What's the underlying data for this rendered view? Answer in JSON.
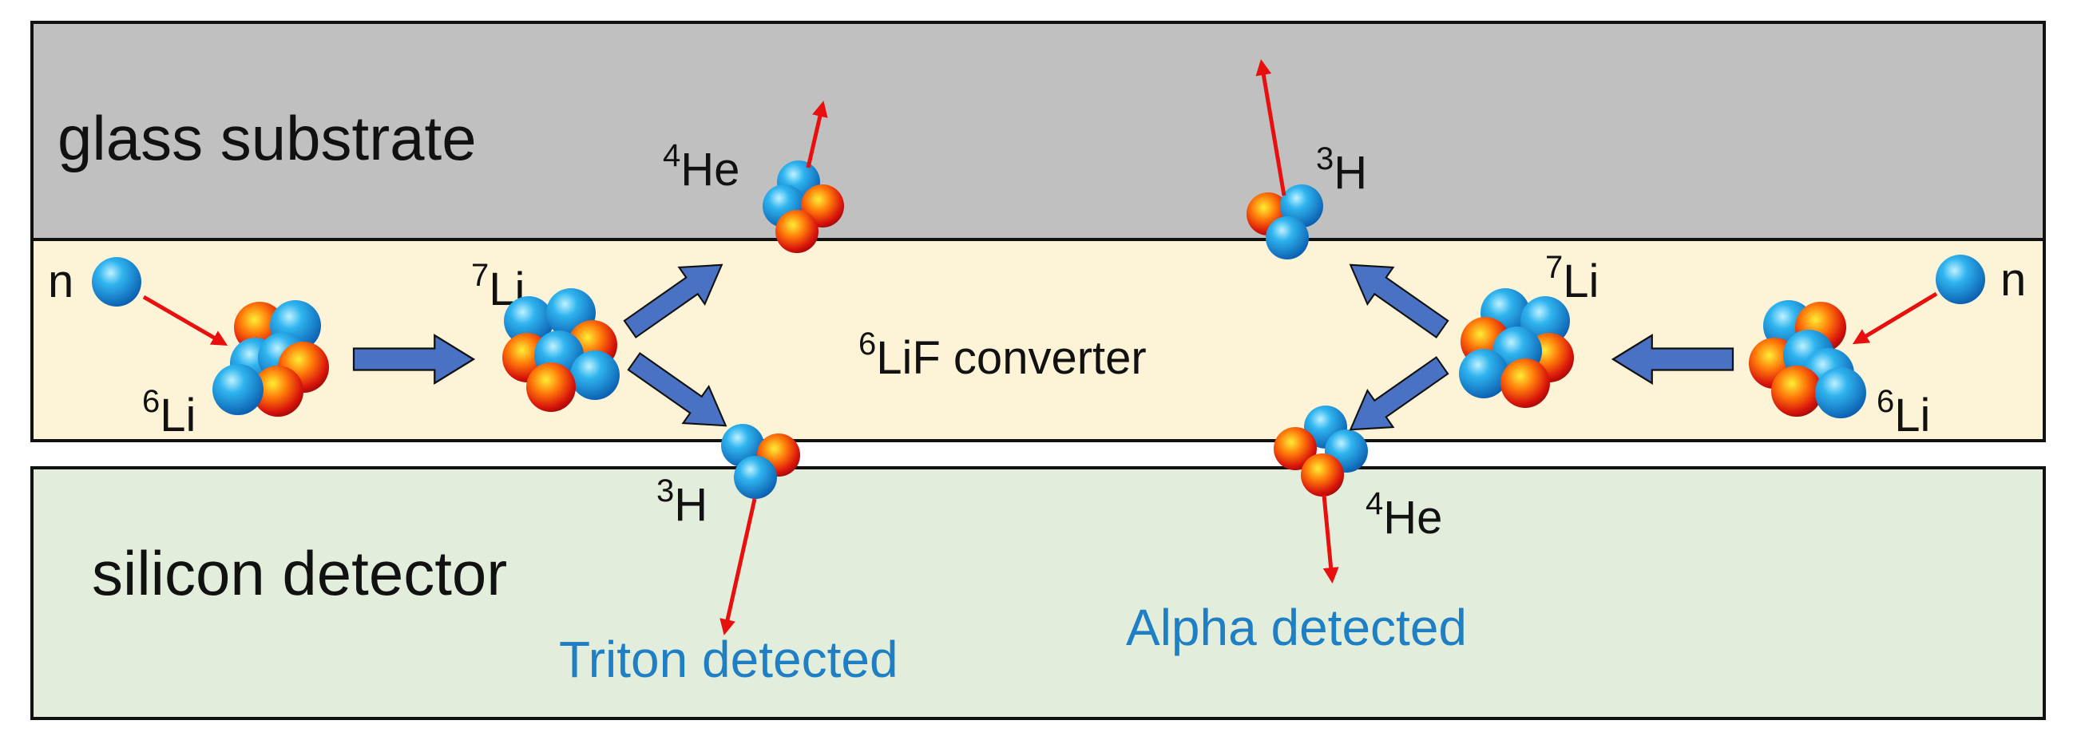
{
  "layers": {
    "glass": {
      "label": "glass substrate",
      "color": "#c0c0c0"
    },
    "converter": {
      "label": "LiF converter",
      "mass": "6",
      "color": "#fdf3d6"
    },
    "detector": {
      "label": "silicon detector",
      "color": "#e3eddb"
    }
  },
  "particles": {
    "neutron": "n",
    "li6": {
      "mass": "6",
      "symbol": "Li"
    },
    "li7": {
      "mass": "7",
      "symbol": "Li"
    },
    "he4": {
      "mass": "4",
      "symbol": "He"
    },
    "h3": {
      "mass": "3",
      "symbol": "H"
    }
  },
  "detections": {
    "triton": "Triton detected",
    "alpha": "Alpha detected"
  },
  "colors": {
    "detected_text": "#1f7fc4",
    "track_arrow": "#e8100e",
    "flow_arrow": "#4a72c4",
    "outline": "#111111"
  }
}
